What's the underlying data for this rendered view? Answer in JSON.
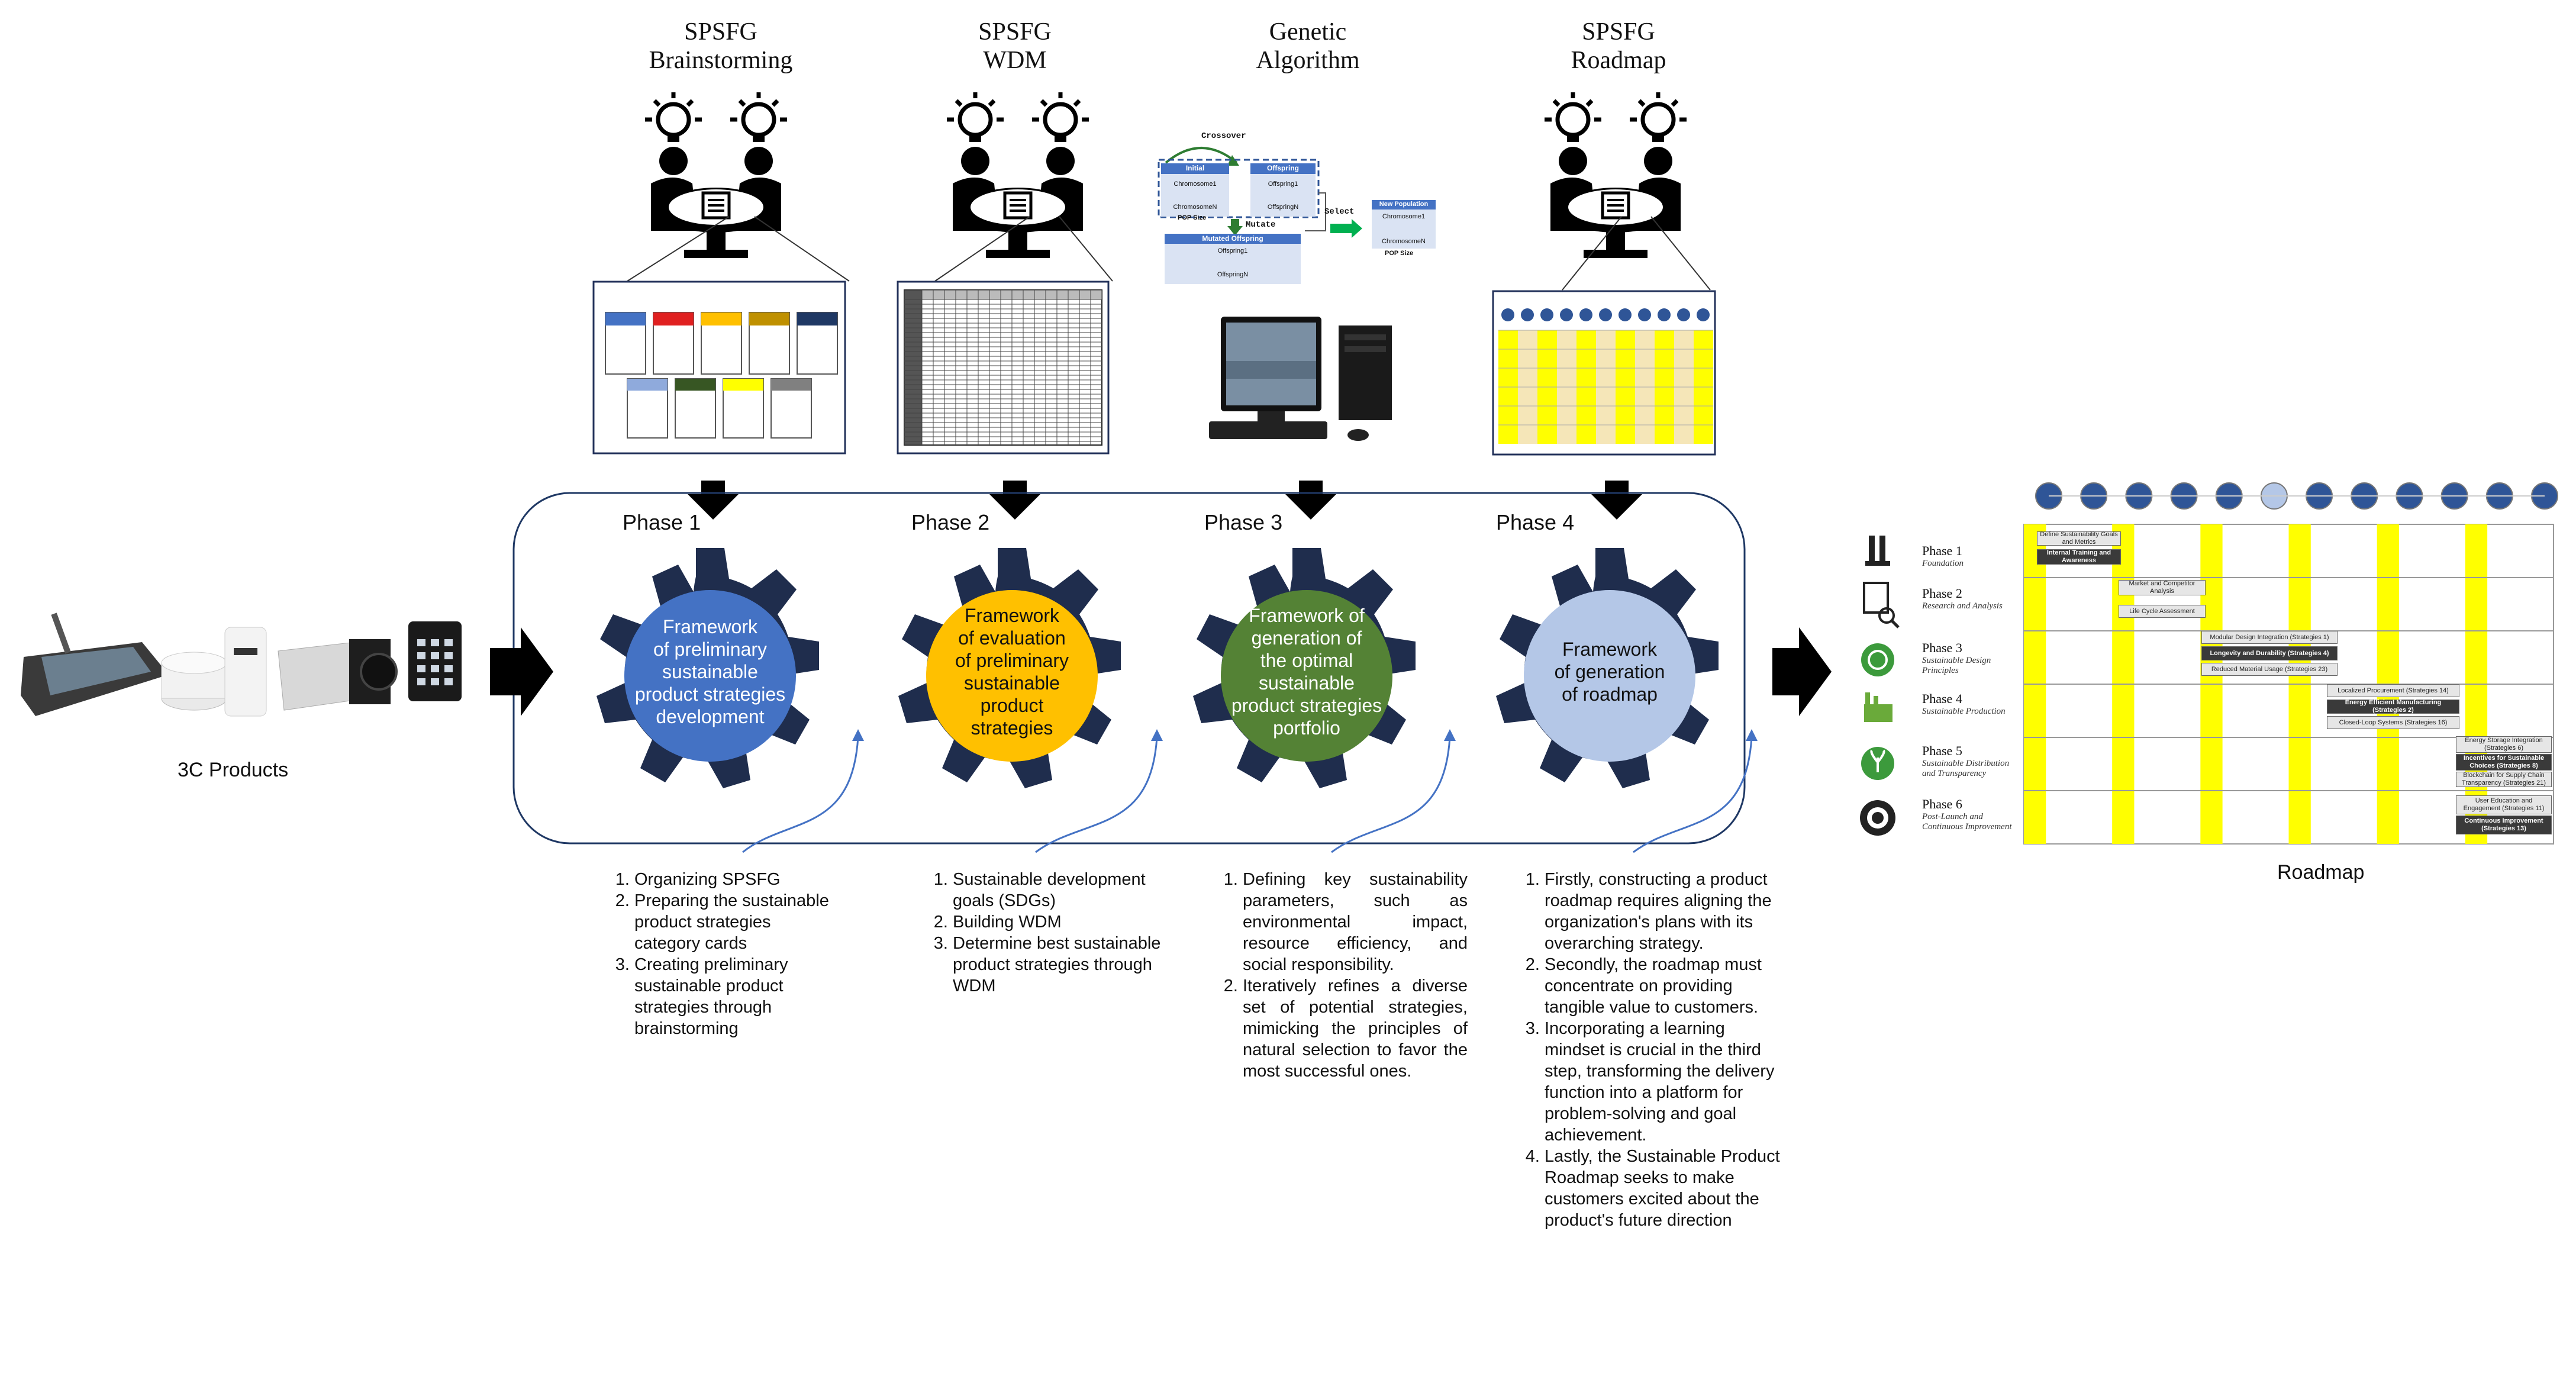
{
  "tools": [
    {
      "title": "SPSFG\nBrainstorming"
    },
    {
      "title": "SPSFG\nWDM"
    },
    {
      "title": "Genetic\nAlgorithm"
    },
    {
      "title": "SPSFG\nRoadmap"
    }
  ],
  "ga_figure": {
    "crossover": "Crossover",
    "initial": "Initial",
    "chrom1": "Chromosome1",
    "chromN": "ChromosomeN",
    "pop_size": "POP Size",
    "offspring": "Offspring",
    "offspring1": "Offspring1",
    "offspringN": "OffspringN",
    "mutate": "Mutate",
    "mutated_offspring": "Mutated Offspring",
    "select": "Select",
    "new_population": "New Population"
  },
  "phases": [
    {
      "label": "Phase 1",
      "gear_text": "Framework\nof preliminary\nsustainable\nproduct strategies\ndevelopment",
      "color": "#4472c4",
      "steps": [
        "Organizing SPSFG",
        "Preparing the sustainable product strategies category cards",
        "Creating preliminary sustainable product strategies through brainstorming"
      ]
    },
    {
      "label": "Phase 2",
      "gear_text": "Framework\nof evaluation\nof preliminary\nsustainable\nproduct\nstrategies",
      "color": "#ffc000",
      "steps": [
        "Sustainable development goals (SDGs)",
        "Building WDM",
        "Determine best sustainable product strategies through WDM"
      ]
    },
    {
      "label": "Phase 3",
      "gear_text": "Framework of\ngeneration of\nthe optimal\nsustainable\nproduct strategies\nportfolio",
      "color": "#548235",
      "steps": [
        "Defining key sustainability parameters, such as environmental impact, resource efficiency, and social responsibility.",
        "Iteratively refines a diverse set of potential strategies, mimicking the principles of natural selection to favor the most successful ones."
      ]
    },
    {
      "label": "Phase 4",
      "gear_text": "Framework\nof generation\nof roadmap",
      "color": "#b4c7e7",
      "steps": [
        "Firstly, constructing a product roadmap requires aligning the organization's plans with its overarching strategy.",
        "Secondly, the roadmap must concentrate on providing tangible value to customers.",
        "Incorporating a learning mindset is crucial in the third step, transforming the delivery function into a platform for problem-solving and goal achievement.",
        "Lastly, the Sustainable Product Roadmap seeks to make customers excited about the product's future direction"
      ]
    }
  ],
  "products_label": "3C Products",
  "roadmap": {
    "caption": "Roadmap",
    "phases": [
      {
        "label": "Phase 1",
        "sub": "Foundation",
        "icon": "hands-icon"
      },
      {
        "label": "Phase 2",
        "sub": "Research and Analysis",
        "icon": "document-search-icon"
      },
      {
        "label": "Phase 3",
        "sub": "Sustainable Design Principles",
        "icon": "recycle-icon"
      },
      {
        "label": "Phase 4",
        "sub": "Sustainable Production",
        "icon": "factory-icon"
      },
      {
        "label": "Phase 5",
        "sub": "Sustainable Distribution and Transparency",
        "icon": "plant-icon"
      },
      {
        "label": "Phase 6",
        "sub": "Post-Launch and Continuous Improvement",
        "icon": "gear-icon"
      }
    ],
    "tasks": [
      {
        "text": "Define Sustainability Goals and Metrics",
        "style": "light"
      },
      {
        "text": "Internal Training and Awareness",
        "style": "dark"
      },
      {
        "text": "Market and Competitor Analysis",
        "style": "light"
      },
      {
        "text": "Life Cycle Assessment",
        "style": "light"
      },
      {
        "text": "Modular Design Integration (Strategies 1)",
        "style": "light"
      },
      {
        "text": "Longevity and Durability (Strategies 4)",
        "style": "dark"
      },
      {
        "text": "Reduced Material Usage (Strategies 23)",
        "style": "light"
      },
      {
        "text": "Localized Procurement (Strategies 14)",
        "style": "light"
      },
      {
        "text": "Energy Efficient Manufacturing (Strategies 2)",
        "style": "dark"
      },
      {
        "text": "Closed-Loop Systems (Strategies 16)",
        "style": "light"
      },
      {
        "text": "Energy Storage Integration (Strategies 6)",
        "style": "light"
      },
      {
        "text": "Incentives for Sustainable Choices (Strategies 8)",
        "style": "dark"
      },
      {
        "text": "Blockchain for Supply Chain Transparency (Strategies 21)",
        "style": "light"
      },
      {
        "text": "User Education and Engagement (Strategies 11)",
        "style": "light"
      },
      {
        "text": "Continuous Improvement (Strategies 13)",
        "style": "dark"
      }
    ],
    "colors": {
      "highlight": "#ffff00",
      "milestone": "#2f5597"
    }
  }
}
